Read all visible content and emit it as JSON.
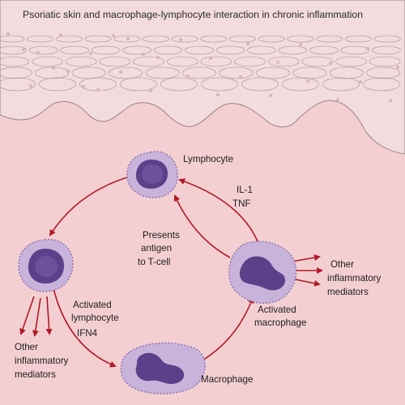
{
  "title": "Psoriatic skin and macrophage-lymphocyte interaction in chronic inflammation",
  "labels": {
    "lymphocyte": "Lymphocyte",
    "il1": "IL-1",
    "tnf": "TNF",
    "presents_1": "Presents",
    "presents_2": "antigen",
    "presents_3": "to T-cell",
    "act_lymph_1": "Activated",
    "act_lymph_2": "lymphocyte",
    "ifn": "IFN4",
    "act_macro_1": "Activated",
    "act_macro_2": "macrophage",
    "macrophage": "Macrophage",
    "other_right_1": "Other",
    "other_right_2": "inflammatory",
    "other_right_3": "mediators",
    "other_left_1": "Other",
    "other_left_2": "inflammatory",
    "other_left_3": "mediators"
  },
  "colors": {
    "background": "#f4cfd2",
    "skin": "#f2dcdd",
    "cell_border": "#9a8288",
    "arrow": "#b01a26",
    "cell_body": "#c8b3db",
    "nucleus": "#5e3f89"
  }
}
